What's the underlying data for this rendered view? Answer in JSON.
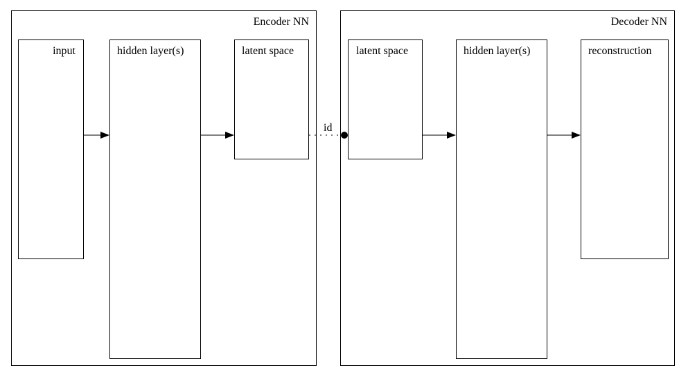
{
  "encoder": {
    "title": "Encoder NN",
    "nodes": {
      "input": "input",
      "hidden": "hidden layer(s)",
      "latent": "latent space"
    }
  },
  "decoder": {
    "title": "Decoder NN",
    "nodes": {
      "latent": "latent space",
      "hidden": "hidden layer(s)",
      "reconstruction": "reconstruction"
    }
  },
  "edges": {
    "id_label": "id"
  }
}
